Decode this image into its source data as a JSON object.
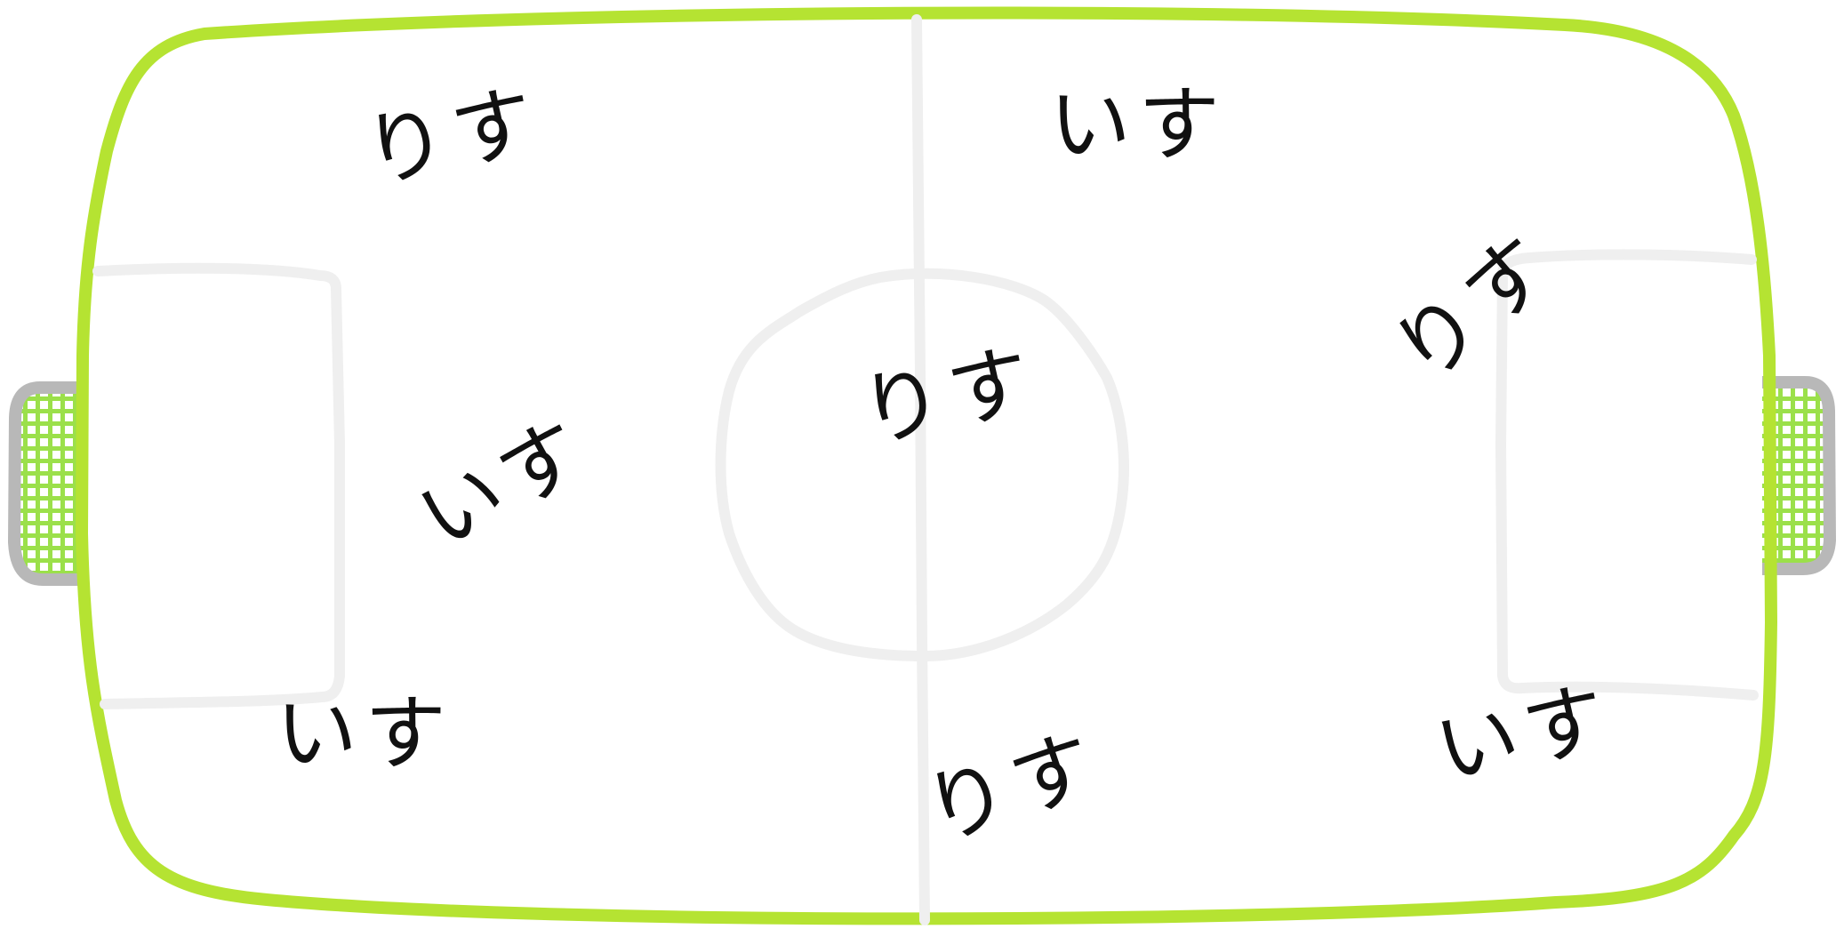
{
  "colors": {
    "field_border": "#b5e332",
    "field_lines": "#efefef",
    "goal_frame": "#b8b8b8",
    "goal_net": "#9be04a",
    "text": "#111111"
  },
  "field": {
    "type": "soccer-field",
    "goal_left_icon": "goal-net-icon",
    "goal_right_icon": "goal-net-icon"
  },
  "words": [
    {
      "text": "りす"
    },
    {
      "text": "いす"
    },
    {
      "text": "いす"
    },
    {
      "text": "りす"
    },
    {
      "text": "いす"
    },
    {
      "text": "りす"
    },
    {
      "text": "りす"
    },
    {
      "text": "いす"
    }
  ]
}
